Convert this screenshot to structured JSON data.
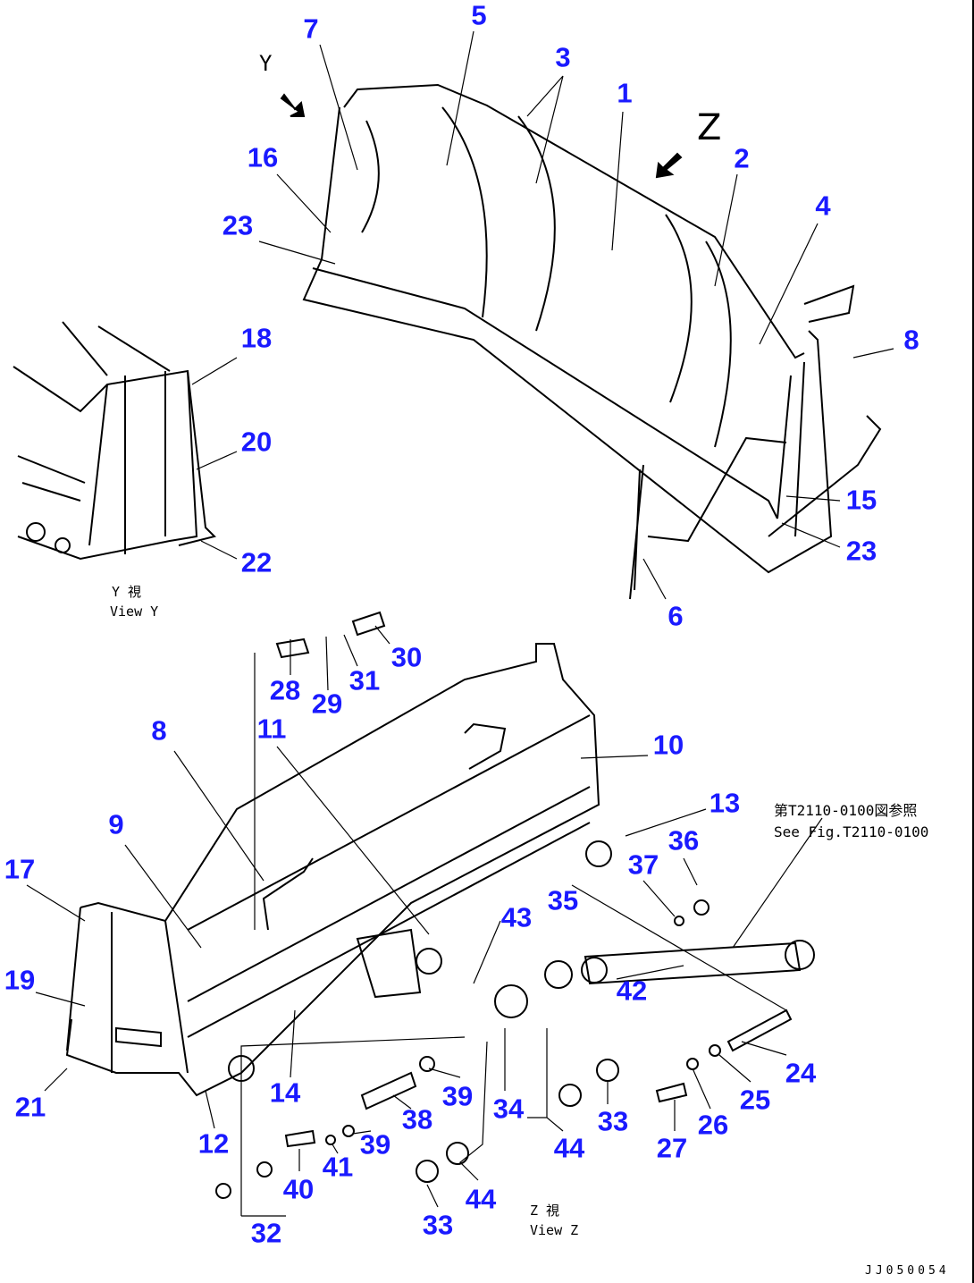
{
  "callouts": [
    "7",
    "5",
    "3",
    "1",
    "2",
    "4",
    "16",
    "23",
    "18",
    "8",
    "20",
    "22",
    "15",
    "23",
    "6",
    "30",
    "28",
    "31",
    "29",
    "8",
    "11",
    "10",
    "13",
    "36",
    "37",
    "9",
    "17",
    "35",
    "43",
    "19",
    "42",
    "24",
    "14",
    "39",
    "34",
    "33",
    "25",
    "26",
    "27",
    "21",
    "12",
    "38",
    "39",
    "44",
    "40",
    "41",
    "44",
    "32",
    "33"
  ],
  "view_markers": {
    "y": "Y",
    "z": "Z"
  },
  "view_y": {
    "jp": "Y 視",
    "en": "View Y"
  },
  "view_z": {
    "jp": "Z 視",
    "en": "View Z"
  },
  "reference": {
    "jp": "第T2110-0100図参照",
    "en": "See Fig.T2110-0100"
  },
  "drawing_code": "JJ050054",
  "colors": {
    "callout": "#1a1aff",
    "line": "#000000"
  }
}
